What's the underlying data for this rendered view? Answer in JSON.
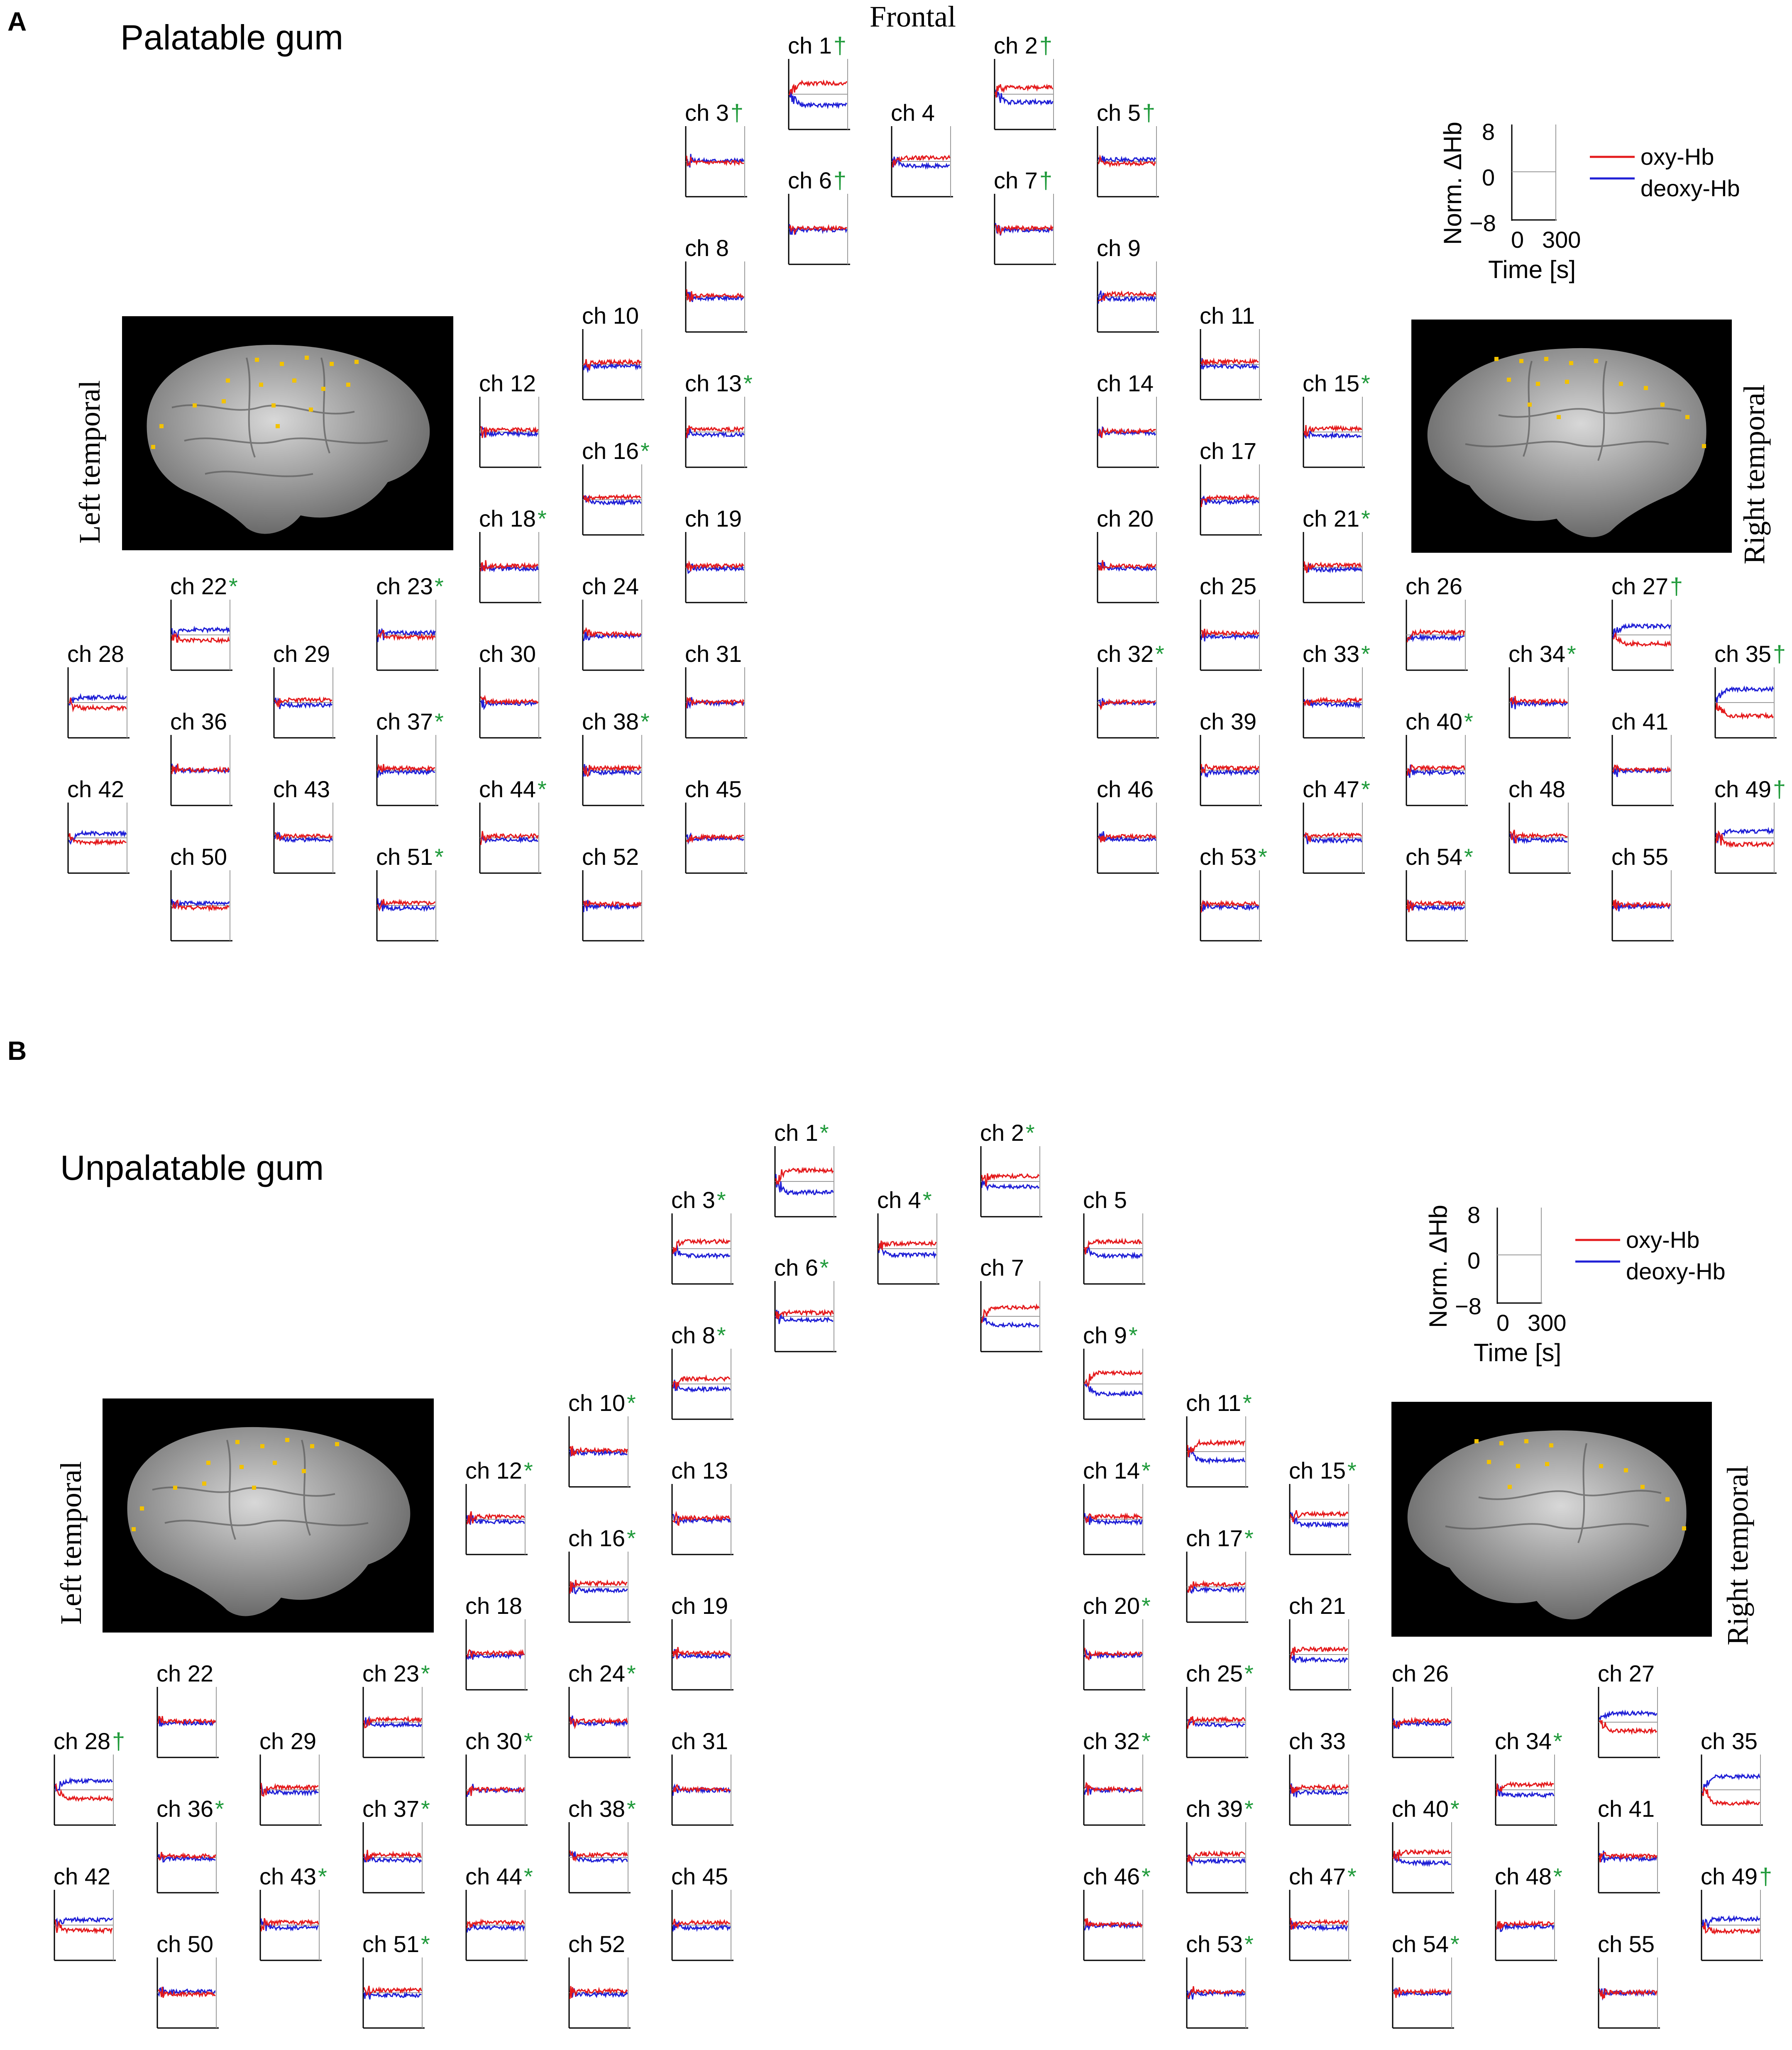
{
  "panels": [
    {
      "label": "A",
      "title": "Palatable gum",
      "frontal_label": "Frontal",
      "left_label": "Left temporal",
      "right_label": "Right temporal"
    },
    {
      "label": "B",
      "title": "Unpalatable gum",
      "frontal_label": "",
      "left_label": "Left temporal",
      "right_label": "Right temporal"
    }
  ],
  "reference_axis": {
    "ylabel": "Norm. ΔHb",
    "yticks": [
      "8",
      "0",
      "−8"
    ],
    "xticks": [
      "0",
      "300"
    ],
    "xlabel": "Time [s]",
    "legend": [
      {
        "name": "oxy-Hb",
        "color": "#e41a1c"
      },
      {
        "name": "deoxy-Hb",
        "color": "#1f1fd6"
      }
    ]
  },
  "colors": {
    "oxy": "#e41a1c",
    "deoxy": "#1f1fd6",
    "marker": "#1f9a3a"
  },
  "chart_data": [
    {
      "type": "line",
      "title": "Palatable gum",
      "ylabel": "Norm. ΔHb",
      "xlabel": "Time [s]",
      "xlim": [
        0,
        300
      ],
      "ylim": [
        -8,
        8
      ],
      "series": [
        {
          "name": "oxy-Hb"
        },
        {
          "name": "deoxy-Hb"
        }
      ],
      "channels": [
        {
          "label": "ch 1",
          "marker": "†",
          "oxy": 2.5,
          "deoxy": -2.5
        },
        {
          "label": "ch 2",
          "marker": "†",
          "oxy": 1.5,
          "deoxy": -1.8
        },
        {
          "label": "ch 3",
          "marker": "†",
          "oxy": -0.2,
          "deoxy": 0.2
        },
        {
          "label": "ch 4",
          "marker": "",
          "oxy": 0.8,
          "deoxy": -1
        },
        {
          "label": "ch 5",
          "marker": "†",
          "oxy": -0.5,
          "deoxy": 0.4
        },
        {
          "label": "ch 6",
          "marker": "†",
          "oxy": 0.2,
          "deoxy": -0.2
        },
        {
          "label": "ch 7",
          "marker": "†",
          "oxy": 0.2,
          "deoxy": -0.2
        },
        {
          "label": "ch 8",
          "marker": "",
          "oxy": 0.3,
          "deoxy": -0.3
        },
        {
          "label": "ch 9",
          "marker": "",
          "oxy": 0.6,
          "deoxy": -0.5
        },
        {
          "label": "ch 10",
          "marker": "",
          "oxy": 0.5,
          "deoxy": -0.4
        },
        {
          "label": "ch 11",
          "marker": "",
          "oxy": 0.6,
          "deoxy": -0.5
        },
        {
          "label": "ch 12",
          "marker": "",
          "oxy": 0.5,
          "deoxy": -0.4
        },
        {
          "label": "ch 13",
          "marker": "*",
          "oxy": 0.6,
          "deoxy": -0.6
        },
        {
          "label": "ch 14",
          "marker": "",
          "oxy": 0.2,
          "deoxy": -0.2
        },
        {
          "label": "ch 15",
          "marker": "*",
          "oxy": 0.8,
          "deoxy": -0.8
        },
        {
          "label": "ch 16",
          "marker": "*",
          "oxy": 0.6,
          "deoxy": -0.6
        },
        {
          "label": "ch 17",
          "marker": "",
          "oxy": 0.5,
          "deoxy": -0.5
        },
        {
          "label": "ch 18",
          "marker": "*",
          "oxy": 0.3,
          "deoxy": -0.3
        },
        {
          "label": "ch 19",
          "marker": "",
          "oxy": 0.3,
          "deoxy": -0.3
        },
        {
          "label": "ch 20",
          "marker": "",
          "oxy": 0.3,
          "deoxy": -0.3
        },
        {
          "label": "ch 21",
          "marker": "*",
          "oxy": 0.5,
          "deoxy": -0.5
        },
        {
          "label": "ch 22",
          "marker": "*",
          "oxy": -1.2,
          "deoxy": 1.2
        },
        {
          "label": "ch 23",
          "marker": "*",
          "oxy": -0.5,
          "deoxy": 0.5
        },
        {
          "label": "ch 24",
          "marker": "",
          "oxy": 0.2,
          "deoxy": -0.2
        },
        {
          "label": "ch 25",
          "marker": "",
          "oxy": 0.4,
          "deoxy": -0.4
        },
        {
          "label": "ch 26",
          "marker": "",
          "oxy": 0.6,
          "deoxy": -0.6
        },
        {
          "label": "ch 27",
          "marker": "†",
          "oxy": -2,
          "deoxy": 2
        },
        {
          "label": "ch 28",
          "marker": "",
          "oxy": -1.2,
          "deoxy": 1.2
        },
        {
          "label": "ch 29",
          "marker": "",
          "oxy": 0.6,
          "deoxy": -0.6
        },
        {
          "label": "ch 30",
          "marker": "",
          "oxy": 0.2,
          "deoxy": -0.2
        },
        {
          "label": "ch 31",
          "marker": "",
          "oxy": 0.1,
          "deoxy": -0.1
        },
        {
          "label": "ch 32",
          "marker": "*",
          "oxy": 0.1,
          "deoxy": -0.1
        },
        {
          "label": "ch 33",
          "marker": "*",
          "oxy": 0.5,
          "deoxy": -0.5
        },
        {
          "label": "ch 34",
          "marker": "*",
          "oxy": 0.3,
          "deoxy": -0.3
        },
        {
          "label": "ch 35",
          "marker": "†",
          "oxy": -3,
          "deoxy": 3
        },
        {
          "label": "ch 36",
          "marker": "",
          "oxy": 0.1,
          "deoxy": -0.1
        },
        {
          "label": "ch 37",
          "marker": "*",
          "oxy": 0.4,
          "deoxy": -0.4
        },
        {
          "label": "ch 38",
          "marker": "*",
          "oxy": 0.5,
          "deoxy": -0.5
        },
        {
          "label": "ch 39",
          "marker": "",
          "oxy": 0.5,
          "deoxy": -0.5
        },
        {
          "label": "ch 40",
          "marker": "*",
          "oxy": 0.5,
          "deoxy": -0.5
        },
        {
          "label": "ch 41",
          "marker": "",
          "oxy": 0.1,
          "deoxy": -0.1
        },
        {
          "label": "ch 42",
          "marker": "",
          "oxy": -1,
          "deoxy": 1
        },
        {
          "label": "ch 43",
          "marker": "",
          "oxy": 0.4,
          "deoxy": -0.4
        },
        {
          "label": "ch 44",
          "marker": "*",
          "oxy": 0.4,
          "deoxy": -0.4
        },
        {
          "label": "ch 45",
          "marker": "",
          "oxy": 0.2,
          "deoxy": -0.2
        },
        {
          "label": "ch 46",
          "marker": "",
          "oxy": 0.3,
          "deoxy": -0.3
        },
        {
          "label": "ch 47",
          "marker": "*",
          "oxy": 0.6,
          "deoxy": -0.6
        },
        {
          "label": "ch 48",
          "marker": "",
          "oxy": 0.5,
          "deoxy": -0.5
        },
        {
          "label": "ch 49",
          "marker": "†",
          "oxy": -1.5,
          "deoxy": 1.5
        },
        {
          "label": "ch 50",
          "marker": "",
          "oxy": -0.5,
          "deoxy": 0.5
        },
        {
          "label": "ch 51",
          "marker": "*",
          "oxy": 0.6,
          "deoxy": -0.6
        },
        {
          "label": "ch 52",
          "marker": "",
          "oxy": 0.3,
          "deoxy": -0.3
        },
        {
          "label": "ch 53",
          "marker": "*",
          "oxy": 0.4,
          "deoxy": -0.4
        },
        {
          "label": "ch 54",
          "marker": "*",
          "oxy": 0.5,
          "deoxy": -0.5
        },
        {
          "label": "ch 55",
          "marker": "",
          "oxy": 0.2,
          "deoxy": -0.2
        }
      ]
    },
    {
      "type": "line",
      "title": "Unpalatable gum",
      "ylabel": "Norm. ΔHb",
      "xlabel": "Time [s]",
      "xlim": [
        0,
        300
      ],
      "ylim": [
        -8,
        8
      ],
      "series": [
        {
          "name": "oxy-Hb"
        },
        {
          "name": "deoxy-Hb"
        }
      ],
      "channels": [
        {
          "label": "ch 1",
          "marker": "*",
          "oxy": 2.5,
          "deoxy": -2.5
        },
        {
          "label": "ch 2",
          "marker": "*",
          "oxy": 1.2,
          "deoxy": -1.2
        },
        {
          "label": "ch 3",
          "marker": "*",
          "oxy": 1.6,
          "deoxy": -1.6
        },
        {
          "label": "ch 4",
          "marker": "*",
          "oxy": 1.2,
          "deoxy": -1.4
        },
        {
          "label": "ch 5",
          "marker": "",
          "oxy": 1.6,
          "deoxy": -1.6
        },
        {
          "label": "ch 6",
          "marker": "*",
          "oxy": 0.8,
          "deoxy": -0.8
        },
        {
          "label": "ch 7",
          "marker": "",
          "oxy": 2,
          "deoxy": -2
        },
        {
          "label": "ch 8",
          "marker": "*",
          "oxy": 1.2,
          "deoxy": -1.2
        },
        {
          "label": "ch 9",
          "marker": "*",
          "oxy": 2.5,
          "deoxy": -2.2
        },
        {
          "label": "ch 10",
          "marker": "*",
          "oxy": 0.3,
          "deoxy": -0.3
        },
        {
          "label": "ch 11",
          "marker": "*",
          "oxy": 2,
          "deoxy": -2
        },
        {
          "label": "ch 12",
          "marker": "*",
          "oxy": 0.6,
          "deoxy": -0.6
        },
        {
          "label": "ch 13",
          "marker": "",
          "oxy": 0.3,
          "deoxy": -0.3
        },
        {
          "label": "ch 14",
          "marker": "*",
          "oxy": 0.6,
          "deoxy": -0.6
        },
        {
          "label": "ch 15",
          "marker": "*",
          "oxy": 1.2,
          "deoxy": -1.2
        },
        {
          "label": "ch 16",
          "marker": "*",
          "oxy": 0.8,
          "deoxy": -0.8
        },
        {
          "label": "ch 17",
          "marker": "*",
          "oxy": 0.6,
          "deoxy": -0.6
        },
        {
          "label": "ch 18",
          "marker": "",
          "oxy": 0.3,
          "deoxy": -0.3
        },
        {
          "label": "ch 19",
          "marker": "",
          "oxy": 0.3,
          "deoxy": -0.3
        },
        {
          "label": "ch 20",
          "marker": "*",
          "oxy": 0.2,
          "deoxy": -0.2
        },
        {
          "label": "ch 21",
          "marker": "",
          "oxy": 1.2,
          "deoxy": -1.2
        },
        {
          "label": "ch 22",
          "marker": "",
          "oxy": 0.2,
          "deoxy": -0.2
        },
        {
          "label": "ch 23",
          "marker": "*",
          "oxy": 0.6,
          "deoxy": -0.6
        },
        {
          "label": "ch 24",
          "marker": "*",
          "oxy": 0.3,
          "deoxy": -0.3
        },
        {
          "label": "ch 25",
          "marker": "*",
          "oxy": 0.6,
          "deoxy": -0.6
        },
        {
          "label": "ch 26",
          "marker": "",
          "oxy": 0.3,
          "deoxy": -0.3
        },
        {
          "label": "ch 27",
          "marker": "",
          "oxy": -2,
          "deoxy": 2
        },
        {
          "label": "ch 28",
          "marker": "†",
          "oxy": -2,
          "deoxy": 2
        },
        {
          "label": "ch 29",
          "marker": "",
          "oxy": 0.6,
          "deoxy": -0.6
        },
        {
          "label": "ch 30",
          "marker": "*",
          "oxy": 0.1,
          "deoxy": -0.1
        },
        {
          "label": "ch 31",
          "marker": "",
          "oxy": 0.1,
          "deoxy": -0.1
        },
        {
          "label": "ch 32",
          "marker": "*",
          "oxy": 0.1,
          "deoxy": -0.1
        },
        {
          "label": "ch 33",
          "marker": "",
          "oxy": 0.6,
          "deoxy": -0.6
        },
        {
          "label": "ch 34",
          "marker": "*",
          "oxy": 1.2,
          "deoxy": -1.2
        },
        {
          "label": "ch 35",
          "marker": "",
          "oxy": -3,
          "deoxy": 3
        },
        {
          "label": "ch 36",
          "marker": "*",
          "oxy": 0.3,
          "deoxy": -0.3
        },
        {
          "label": "ch 37",
          "marker": "*",
          "oxy": 0.6,
          "deoxy": -0.6
        },
        {
          "label": "ch 38",
          "marker": "*",
          "oxy": 0.6,
          "deoxy": -0.6
        },
        {
          "label": "ch 39",
          "marker": "*",
          "oxy": 0.8,
          "deoxy": -0.8
        },
        {
          "label": "ch 40",
          "marker": "*",
          "oxy": 1.2,
          "deoxy": -1.2
        },
        {
          "label": "ch 41",
          "marker": "",
          "oxy": 0.3,
          "deoxy": -0.3
        },
        {
          "label": "ch 42",
          "marker": "",
          "oxy": -1.2,
          "deoxy": 1.2
        },
        {
          "label": "ch 43",
          "marker": "*",
          "oxy": 0.6,
          "deoxy": -0.6
        },
        {
          "label": "ch 44",
          "marker": "*",
          "oxy": 0.6,
          "deoxy": -0.6
        },
        {
          "label": "ch 45",
          "marker": "",
          "oxy": 0.6,
          "deoxy": -0.6
        },
        {
          "label": "ch 46",
          "marker": "*",
          "oxy": 0.1,
          "deoxy": -0.1
        },
        {
          "label": "ch 47",
          "marker": "*",
          "oxy": 0.6,
          "deoxy": -0.6
        },
        {
          "label": "ch 48",
          "marker": "*",
          "oxy": 0.3,
          "deoxy": -0.3
        },
        {
          "label": "ch 49",
          "marker": "†",
          "oxy": -1.4,
          "deoxy": 1.4
        },
        {
          "label": "ch 50",
          "marker": "",
          "oxy": -0.3,
          "deoxy": 0.3
        },
        {
          "label": "ch 51",
          "marker": "*",
          "oxy": 0.6,
          "deoxy": -0.6
        },
        {
          "label": "ch 52",
          "marker": "",
          "oxy": 0.4,
          "deoxy": -0.4
        },
        {
          "label": "ch 53",
          "marker": "*",
          "oxy": 0.2,
          "deoxy": -0.2
        },
        {
          "label": "ch 54",
          "marker": "*",
          "oxy": 0.2,
          "deoxy": -0.2
        },
        {
          "label": "ch 55",
          "marker": "",
          "oxy": 0.1,
          "deoxy": -0.1
        }
      ]
    }
  ]
}
